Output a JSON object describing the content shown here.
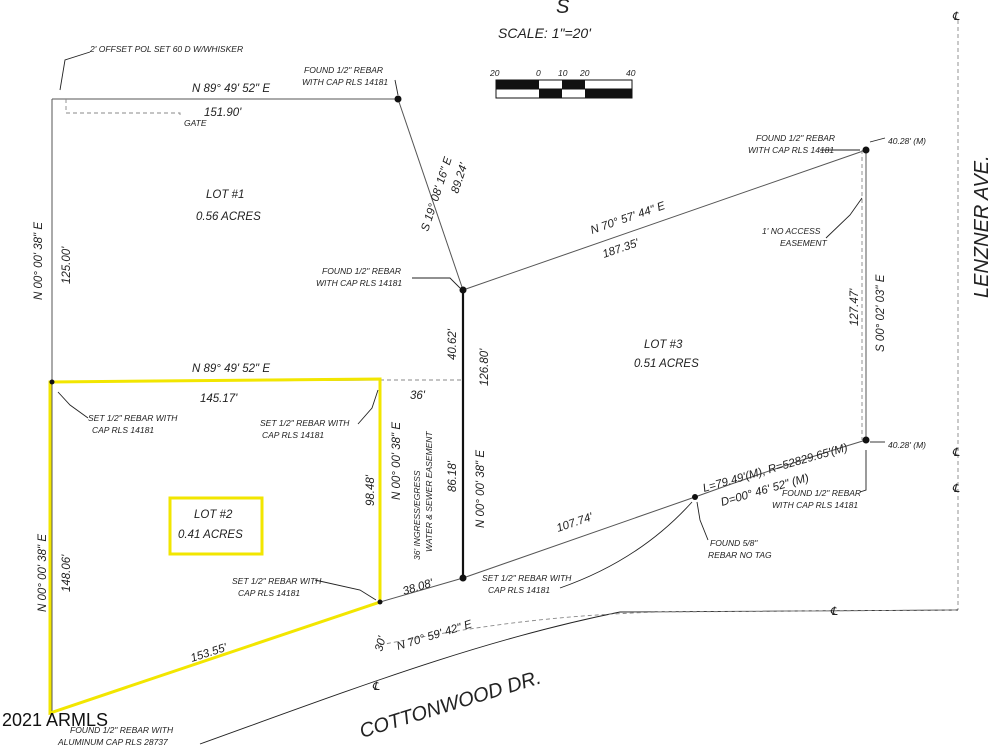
{
  "header": {
    "north_letter": "S",
    "scale_text": "SCALE: 1\"=20'",
    "scale_ticks": [
      "20",
      "0",
      "10",
      "20",
      "40"
    ]
  },
  "lots": [
    {
      "name": "LOT #1",
      "area": "0.56 ACRES"
    },
    {
      "name": "LOT #2",
      "area": "0.41 ACRES"
    },
    {
      "name": "LOT #3",
      "area": "0.51 ACRES"
    }
  ],
  "bearings": {
    "north_line": "N 89° 49' 52\" E",
    "north_line_dist": "151.90'",
    "mid_line": "N 89° 49' 52\" E",
    "mid_line_dist": "145.17'",
    "mid_ext_dist": "36'",
    "west_top": "N 00° 00' 38\" E",
    "west_top_dist": "125.00'",
    "west_bottom": "N 00° 00' 38\" E",
    "west_bottom_dist": "148.06'",
    "diag_se": "S 19° 08' 16\" E",
    "diag_se_dist": "89.24'",
    "lot3_north": "N 70° 57' 44\" E",
    "lot3_north_dist": "187.35'",
    "east_line": "S 00° 02' 03\" E",
    "east_line_dist": "127.47'",
    "center_line_upper": "40.62'",
    "center_line_lower": "86.18'",
    "center_line_total": "126.80'",
    "center_line_bearing": "N 00° 00' 38\" E",
    "lot2_east": "N 00° 00' 38\" E",
    "lot2_east_dist": "98.48'",
    "lot2_south_dist": "153.55'",
    "cotton_short": "38.08'",
    "cotton_long": "107.74'",
    "cotton_bearing": "N 70° 59' 42\" E",
    "row_width": "30'"
  },
  "curve": {
    "line1": "L=79.49'(M), R=52829.65'(M)",
    "line2": "D=00° 46' 52\" (M)"
  },
  "notes": {
    "offset_pol": "2' OFFSET POL SET 60 D W/WHISKER",
    "gate": "GATE",
    "found_rebar_1": [
      "FOUND 1/2\" REBAR",
      "WITH CAP RLS 14181"
    ],
    "found_rebar_2": [
      "FOUND 1/2\" REBAR",
      "WITH CAP RLS 14181"
    ],
    "found_rebar_3": [
      "FOUND 1/2\" REBAR",
      "WITH CAP RLS 14181"
    ],
    "found_rebar_4": [
      "FOUND 1/2\" REBAR",
      "WITH CAP RLS 14181"
    ],
    "set_rebar_1": [
      "SET 1/2\" REBAR WITH",
      "CAP RLS 14181"
    ],
    "set_rebar_2": [
      "SET 1/2\" REBAR WITH",
      "CAP RLS 14181"
    ],
    "set_rebar_3": [
      "SET 1/2\" REBAR WITH",
      "CAP RLS 14181"
    ],
    "set_rebar_4": [
      "SET 1/2\" REBAR WITH",
      "CAP RLS 14181"
    ],
    "found_58": [
      "FOUND 5/8\"",
      "REBAR NO TAG"
    ],
    "found_alum": [
      "FOUND 1/2\" REBAR WITH",
      "ALUMINUM CAP RLS 28737"
    ],
    "no_access": [
      "1' NO ACCESS",
      "EASEMENT"
    ],
    "easement": [
      "36' INGRESS/EGRESS",
      "WATER & SEWER EASEMENT"
    ],
    "m_top": "40.28' (M)",
    "m_bottom": "40.28' (M)",
    "centerline_symbol": "℄"
  },
  "streets": {
    "lenzner": "LENZNER AVE.",
    "cottonwood": "COTTONWOOD DR."
  },
  "watermark": "2021 ARMLS",
  "colors": {
    "highlight": "#f2e600",
    "line": "#555555"
  }
}
